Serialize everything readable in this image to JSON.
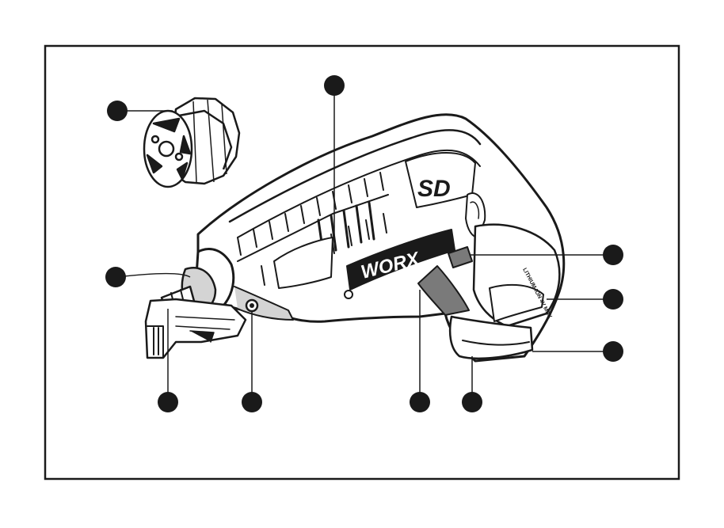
{
  "figure": {
    "brand_logo": "WORX",
    "model_badge": "SD",
    "battery_label": "LITHIUM ION 4V MAX",
    "callouts": [
      "",
      "",
      "",
      "",
      "",
      "",
      "",
      "",
      "",
      ""
    ]
  },
  "colors": {
    "ink": "#1a1a1a",
    "body_fill": "#ffffff",
    "grip_fill": "#7a7a7a",
    "shade": "#d4d4d4"
  }
}
